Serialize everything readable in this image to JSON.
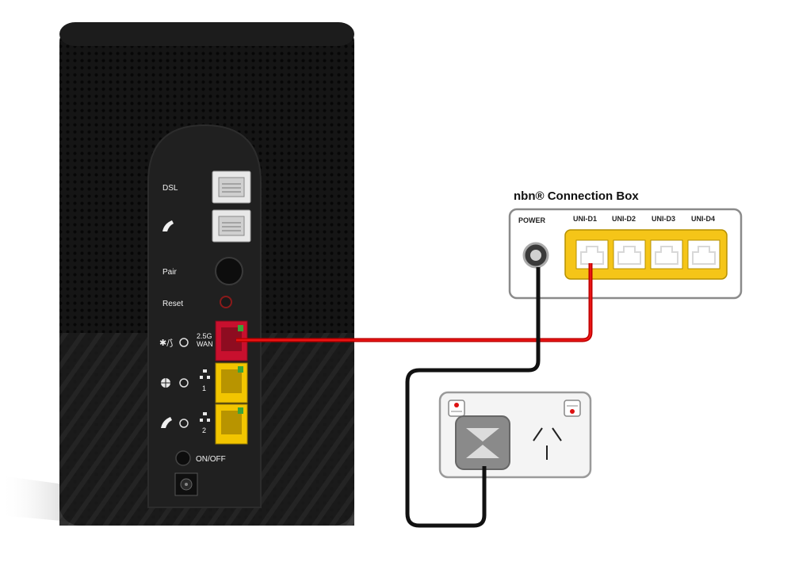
{
  "router": {
    "labels": {
      "dsl": "DSL",
      "pair": "Pair",
      "reset": "Reset",
      "wan_speed": "2.5G",
      "wan": "WAN",
      "lan1": "1",
      "lan2": "2",
      "onoff": "ON/OFF"
    },
    "icons": [
      "phone-icon",
      "bluetooth-wifi-icon",
      "globe-icon",
      "network-icon"
    ],
    "colors": {
      "body": "#141414",
      "wan_port": "#c8102e",
      "lan_port": "#f2c500"
    }
  },
  "nbn_box": {
    "title": "nbn® Connection Box",
    "power_label": "POWER",
    "ports": [
      "UNI-D1",
      "UNI-D2",
      "UNI-D3",
      "UNI-D4"
    ],
    "colors": {
      "panel": "#ffffff",
      "ports": "#f5c518"
    }
  },
  "cables": {
    "ethernet_color": "#c00000",
    "power_color": "#111111"
  }
}
